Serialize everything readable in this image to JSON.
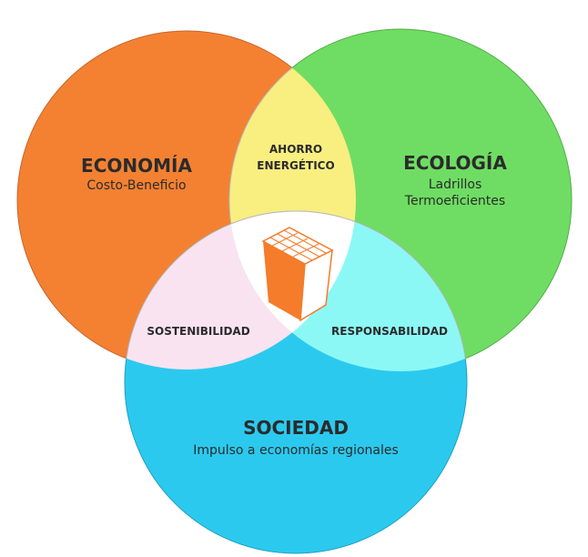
{
  "colors": {
    "economia": "#f48132",
    "ecologia": "#6fdd63",
    "sociedad": "#2cc9ef",
    "ahorro": "#f9ee80",
    "sostenibilidad": "#f9e3f1",
    "responsabilidad": "#8cf8f6",
    "center": "#ffffff",
    "brick": "#f47c2a"
  },
  "economia": {
    "title": "ECONOMÍA",
    "subtitle": "Costo-Beneficio"
  },
  "ecologia": {
    "title": "ECOLOGÍA",
    "subtitle_1": "Ladrillos",
    "subtitle_2": "Termoeficientes"
  },
  "sociedad": {
    "title": "SOCIEDAD",
    "subtitle": "Impulso a economías regionales"
  },
  "intersections": {
    "ahorro_1": "AHORRO",
    "ahorro_2": "ENERGÉTICO",
    "sostenibilidad": "SOSTENIBILIDAD",
    "responsabilidad": "RESPONSABILIDAD"
  },
  "center_icon": "brick-icon"
}
